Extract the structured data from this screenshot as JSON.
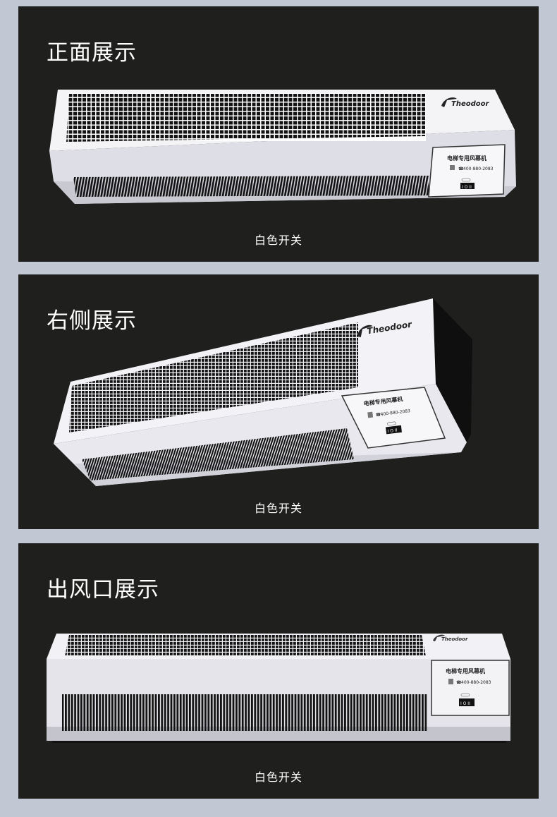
{
  "panels": [
    {
      "title": "正面展示",
      "caption": "白色开关",
      "view": "front"
    },
    {
      "title": "右侧展示",
      "caption": "白色开关",
      "view": "right-side"
    },
    {
      "title": "出风口展示",
      "caption": "白色开关",
      "view": "air-outlet"
    }
  ],
  "device": {
    "brand_logo": "Theodoor",
    "label_title": "电梯专用风幕机",
    "phone": "400-880-2083",
    "switch_label": "I O II",
    "icons": [
      "qr-code-icon",
      "phone-icon",
      "rocker-switch-icon"
    ]
  },
  "colors": {
    "page_bg": "#c1c7d3",
    "panel_bg": "#1f1f1e",
    "device_white": "#f1f1f4",
    "device_shade": "#d9d9e0",
    "grille": "#111111"
  }
}
